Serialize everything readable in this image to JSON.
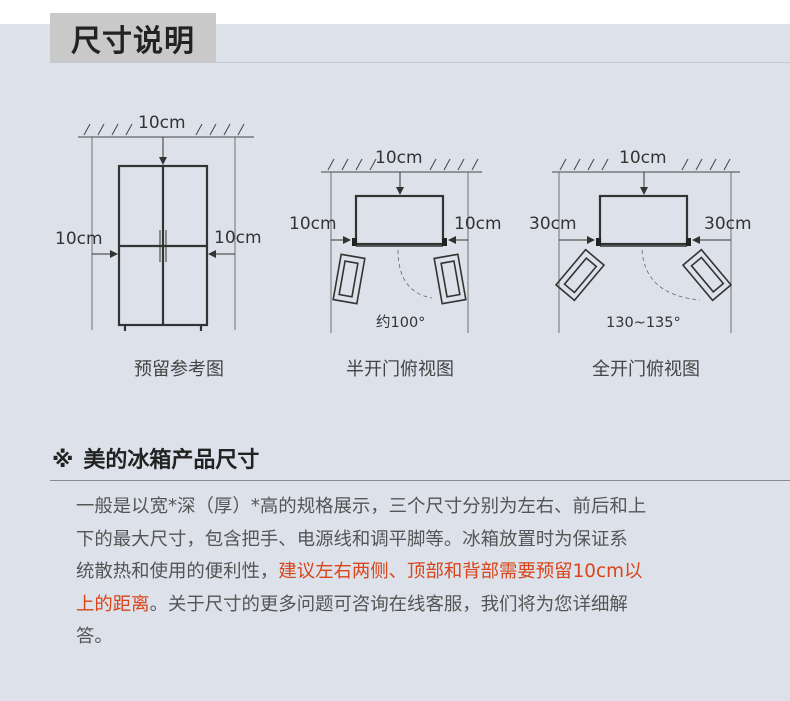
{
  "header": {
    "title": "尺寸说明"
  },
  "diagrams": [
    {
      "caption": "预留参考图",
      "top_label": "10cm",
      "left_label": "10cm",
      "right_label": "10cm"
    },
    {
      "caption": "半开门俯视图",
      "top_label": "10cm",
      "left_label": "10cm",
      "right_label": "10cm",
      "angle_label": "约100°"
    },
    {
      "caption": "全开门俯视图",
      "top_label": "10cm",
      "left_label": "30cm",
      "right_label": "30cm",
      "angle_label": "130~135°"
    }
  ],
  "product": {
    "mark": "※",
    "heading": "美的冰箱产品尺寸",
    "description_lines": [
      "一般是以宽*深（厚）*高的规格展示，三个尺寸分别为左右、前后和上",
      "下的最大尺寸，包含把手、电源线和调平脚等。冰箱放置时为保证系"
    ],
    "line3_normal": "统散热和使用的便利性，",
    "line3_highlight": "建议左右两侧、顶部和背部需要预留10cm以",
    "line4_highlight": "上的距离",
    "line4_normal": "。关于尺寸的更多问题可咨询在线客服，我们将为您详细解",
    "line5_normal": "答。"
  },
  "colors": {
    "background": "#dde2ea",
    "title_box": "#c9c9c9",
    "highlight": "#d9441a",
    "text": "#555555"
  }
}
